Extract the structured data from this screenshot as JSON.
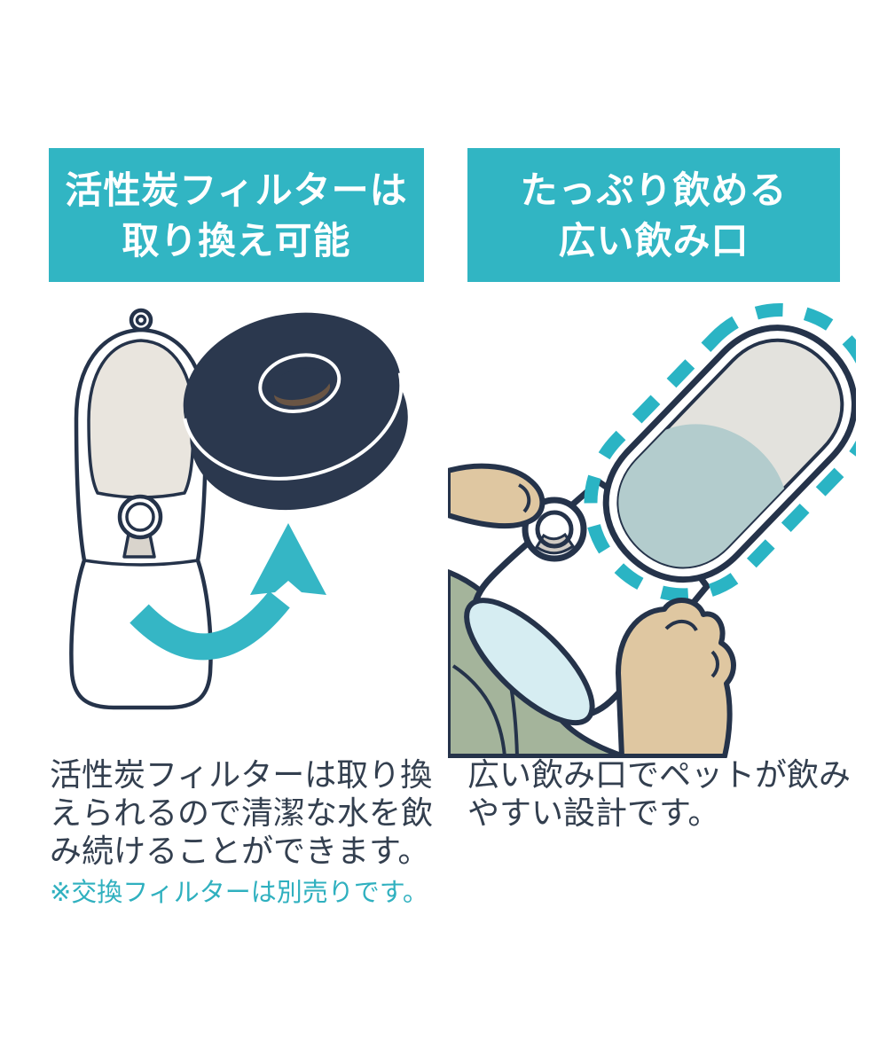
{
  "colors": {
    "accent_teal": "#31b5c3",
    "note_teal": "#2fb0bf",
    "body_text": "#333f4f",
    "outline_navy": "#25334a",
    "filter_navy": "#2b384e",
    "tray_beige": "#e9e5de",
    "tray_gray": "#e3e2dd",
    "tray_water_gray_blue": "#b3cccd",
    "bottle_water_light_blue": "#d6edf2",
    "sleeve_green": "#a4b49b",
    "skin_tan": "#dfc7a1"
  },
  "panels": {
    "left": {
      "banner_lines": [
        "活性炭フィルターは",
        "取り換え可能"
      ],
      "body_lines": [
        "活性炭フィルターは取り換",
        "えられるので清潔な水を飲",
        "み続けることができます。"
      ],
      "note": "※交換フィルターは別売りです。",
      "illustration": "water-bottle-with-replaceable-carbon-filter"
    },
    "right": {
      "banner_lines": [
        "たっぷり飲める",
        "広い飲み口"
      ],
      "body_lines": [
        "広い飲み口でペットが飲み",
        "やすい設計です。"
      ],
      "illustration": "hand-holding-bottle-with-wide-drinking-tray"
    }
  }
}
